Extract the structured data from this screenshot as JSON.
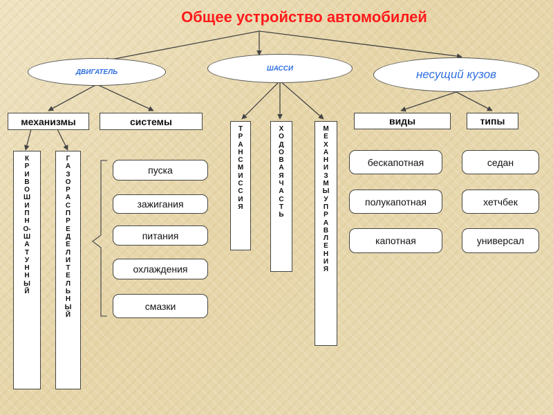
{
  "title": "Общее устройство автомобилей",
  "level1": {
    "engine": "ДВИГАТЕЛЬ",
    "chassis": "ШАССИ",
    "body": "несущий кузов"
  },
  "engine_branch": {
    "mechanisms": "механизмы",
    "systems": "системы",
    "crank": "КРИВОШИПНО-ШАТУННЫЙ",
    "gas": "ГАЗОРАСПРЕДЕЛИТЕЛЬНЫЙ",
    "system_items": [
      "пуска",
      "зажигания",
      "питания",
      "охлаждения",
      "смазки"
    ]
  },
  "chassis_branch": {
    "transmission": "ТРАНСМИССИЯ",
    "running_gear": "ХОДОВАЯ ЧАСТЬ",
    "control": "МЕХАНИЗМЫ УПРАВЛЕНИЯ"
  },
  "body_branch": {
    "kinds": "виды",
    "types": "типы",
    "kind_items": [
      "бескапотная",
      "полукапотная",
      "капотная"
    ],
    "type_items": [
      "седан",
      "хетчбек",
      "универсал"
    ]
  },
  "colors": {
    "title": "#ff1a1a",
    "ellipse_text": "#2f6fe0",
    "lines": "#444444",
    "background": "#e8d9b0"
  }
}
